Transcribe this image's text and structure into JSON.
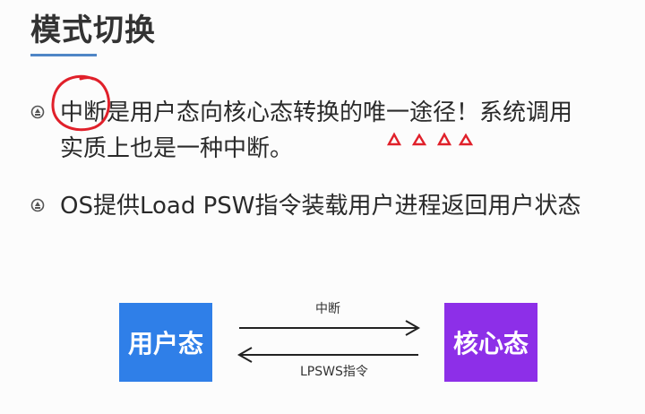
{
  "title": "模式切换",
  "bullets": [
    {
      "line1_highlight": "中断",
      "line1_rest": "是用户态向核心态转换的唯一途径！系统调用",
      "line2": "实质上也是一种中断。"
    },
    {
      "line1": "OS提供Load PSW指令装载用户进程返回用户状态"
    }
  ],
  "diagram": {
    "user_mode": "用户态",
    "kernel_mode": "核心态",
    "top_arrow_label": "中断",
    "bottom_arrow_label": "LPSWS指令"
  },
  "colors": {
    "accent_underline": "#4f86c6",
    "user_box": "#2f7fe8",
    "kernel_box": "#8d2fe8",
    "annotation_red": "#e0202a"
  }
}
